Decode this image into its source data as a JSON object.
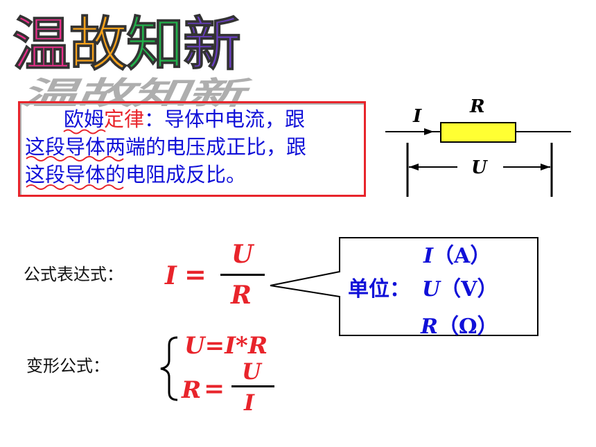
{
  "title": {
    "chars": [
      "温",
      "故",
      "知",
      "新"
    ],
    "colors": [
      "#e8308a",
      "#f7a21b",
      "#22b04b",
      "#6a3fc2"
    ]
  },
  "law": {
    "term": "欧姆",
    "term_red": "定律",
    "line1_rest": "：导体中电流，跟",
    "line2": "这段导体两端的电压成正比，跟",
    "line3": "这段导体的电阻成反比。"
  },
  "circuit": {
    "current": "I",
    "resistor": "R",
    "voltage": "U"
  },
  "formula": {
    "label": "公式表达式：",
    "lhs": "I",
    "eq": "=",
    "numerator": "U",
    "denominator": "R"
  },
  "units": {
    "label": "单位：",
    "i_sym": "I",
    "i_unit": "（A）",
    "u_sym": "U",
    "u_unit": "（V）",
    "r_sym": "R",
    "r_unit": "（Ω）"
  },
  "variants": {
    "label": "变形公式：",
    "first": "U=I*R",
    "second_lhs": "R",
    "second_eq": "=",
    "second_num": "U",
    "second_den": "I"
  },
  "colors": {
    "red": "#e8242b",
    "blue": "#1010d8",
    "resistor_fill": "#ffff33"
  }
}
